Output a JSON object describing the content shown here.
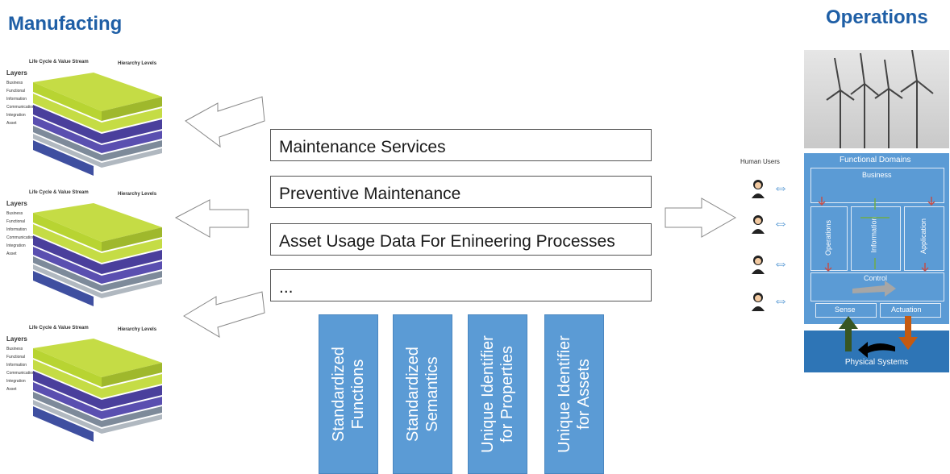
{
  "left_title": "Manufacting",
  "right_title": "Operations",
  "services": [
    "Maintenance Services",
    "Preventive Maintenance",
    "Asset Usage Data For Enineering Processes",
    "..."
  ],
  "pillars": [
    {
      "line1": "Standardized",
      "line2": "Functions"
    },
    {
      "line1": "Standardized",
      "line2": "Semantics"
    },
    {
      "line1": "Unique Identifier",
      "line2": "for Properties"
    },
    {
      "line1": "Unique Identifier",
      "line2": "for Assets"
    }
  ],
  "rami": {
    "layers_heading": "Layers",
    "layers": [
      "Business",
      "Functional",
      "Information",
      "Communication",
      "Integration",
      "Asset"
    ],
    "axis_lifecycle": "Life Cycle & Value Stream",
    "axis_hierarchy": "Hierarchy Levels"
  },
  "human_users": "Human Users",
  "iot": {
    "functional_domains": "Functional Domains",
    "business": "Business",
    "operations": "Operations",
    "information": "Information",
    "application": "Application",
    "control": "Control",
    "sense": "Sense",
    "actuation": "Actuation",
    "physical_systems": "Physical Systems"
  },
  "colors": {
    "title": "#1f5fa6",
    "pillar": "#5b9bd5",
    "layer_green": "#b8d432",
    "layer_purple": "#4a3f9c"
  }
}
